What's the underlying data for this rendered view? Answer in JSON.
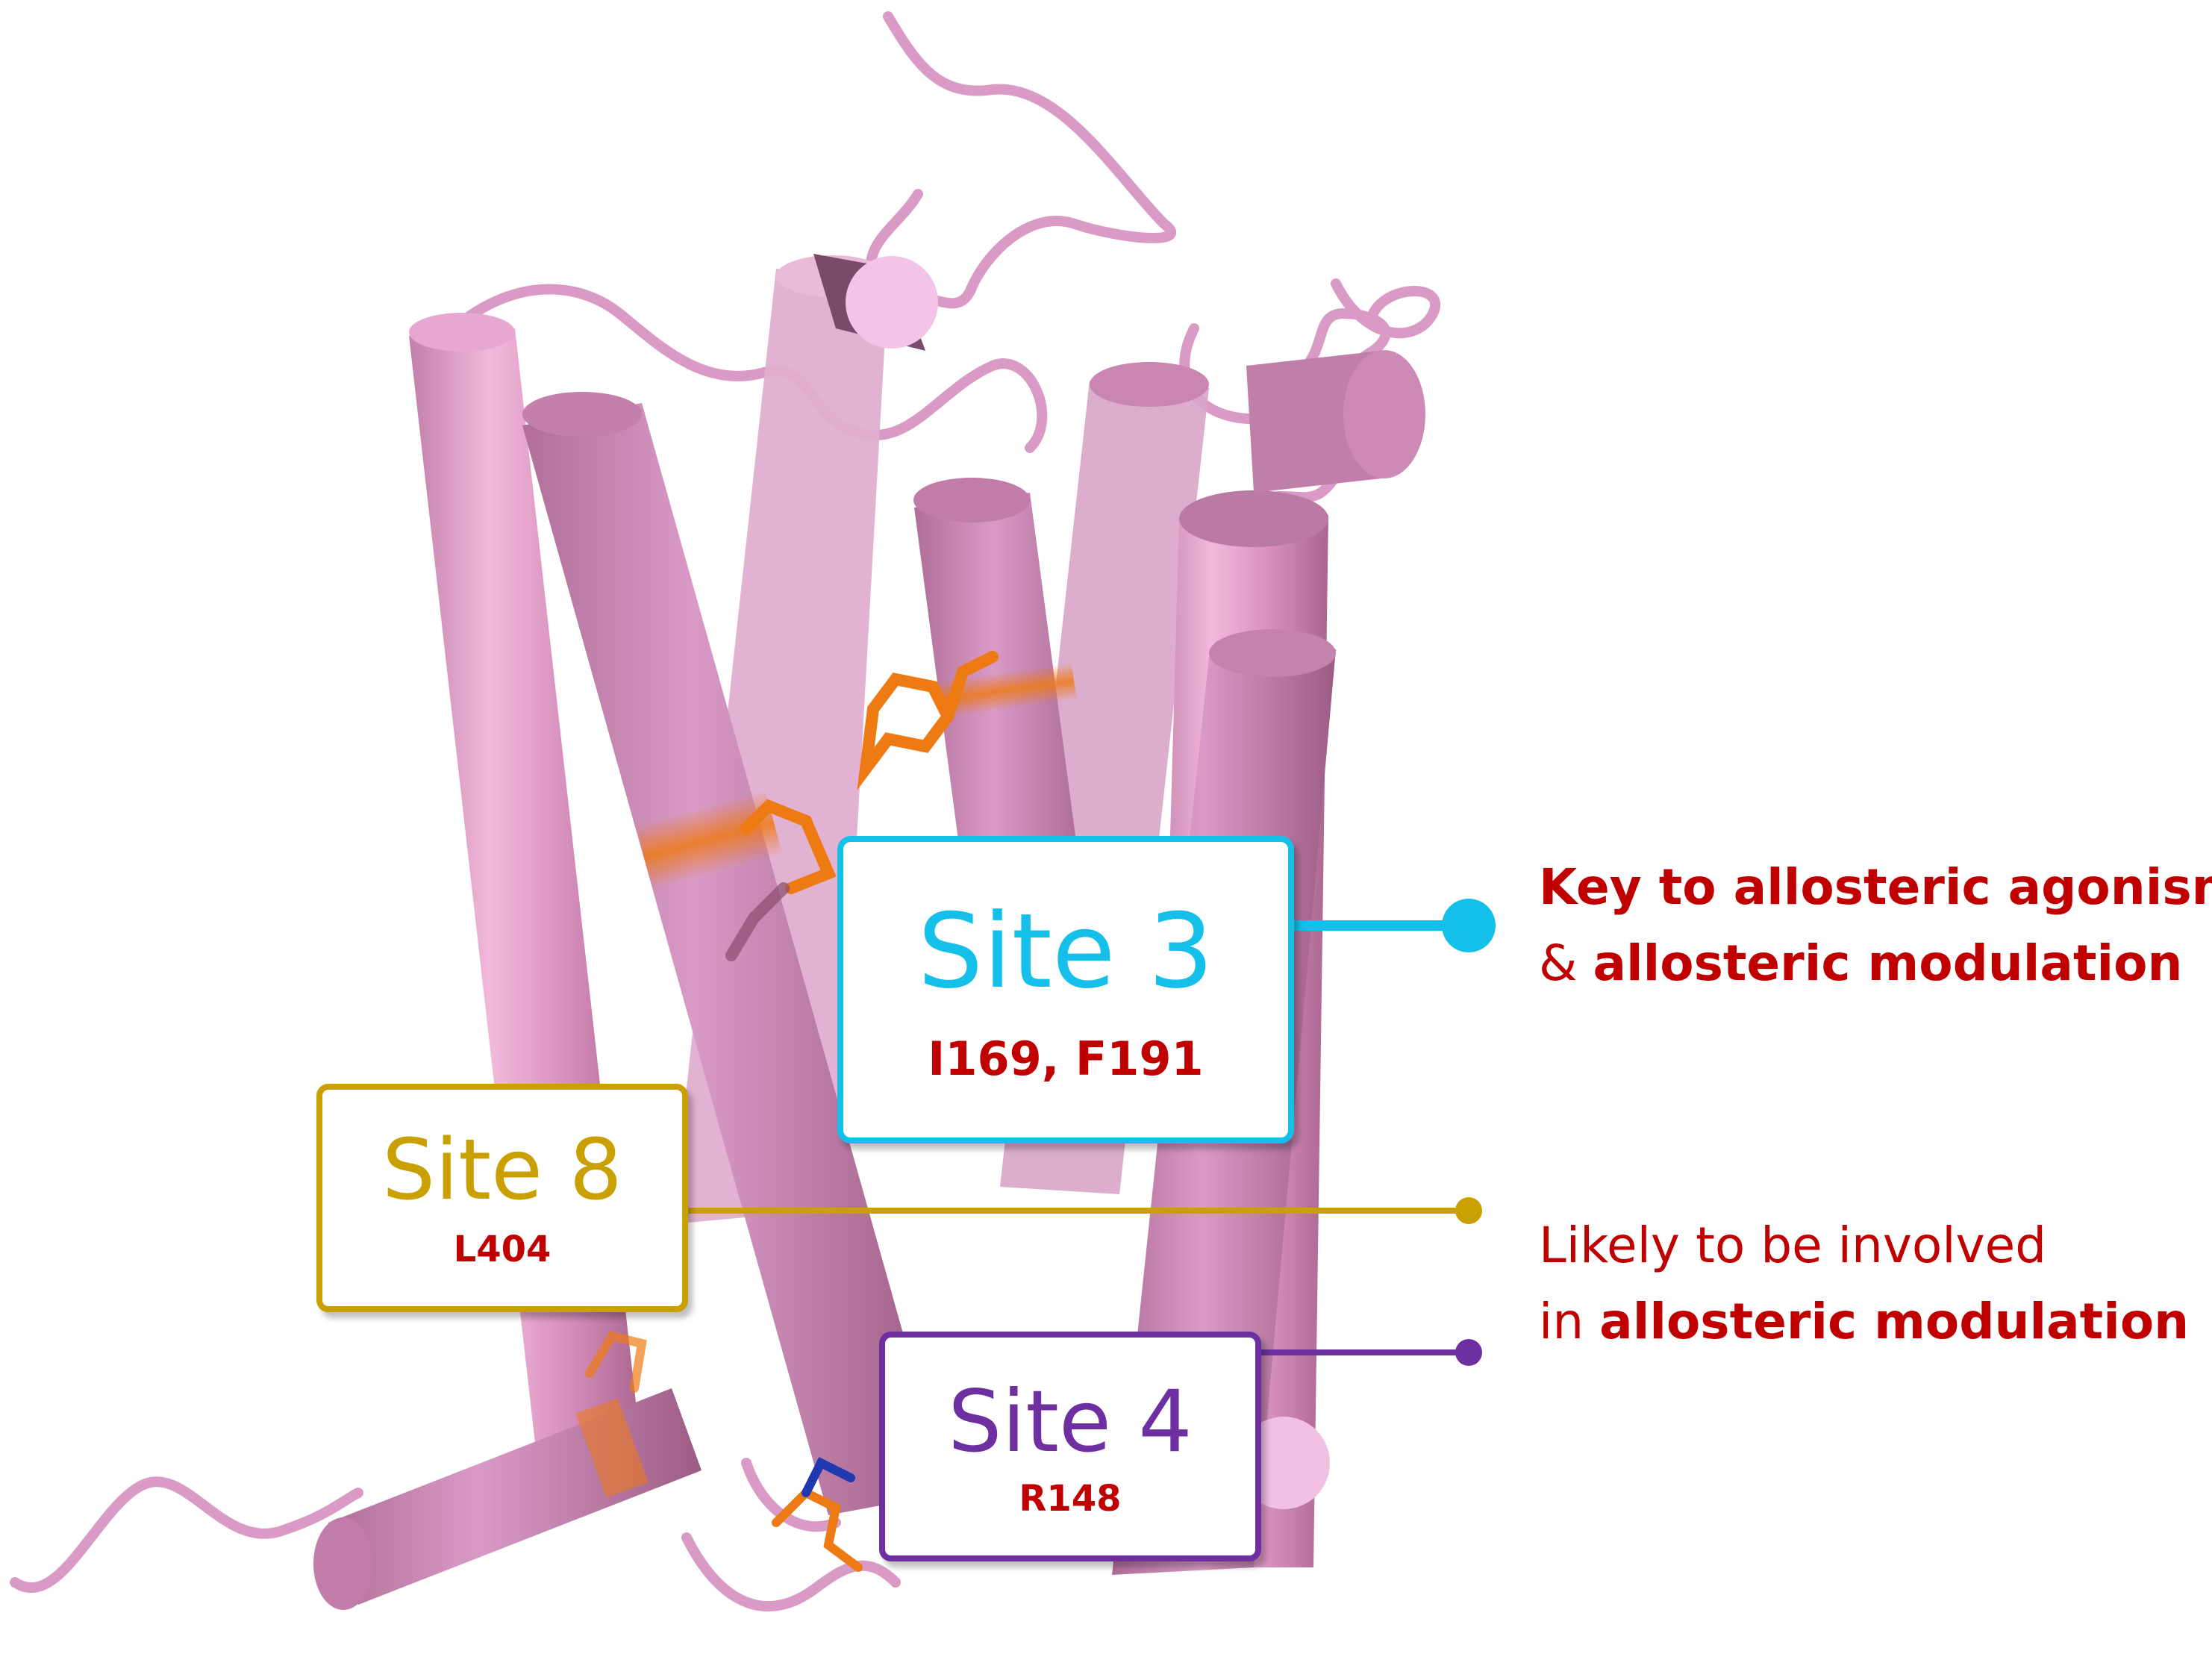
{
  "colors": {
    "helix": "#d99bc6",
    "helix_shade": "#b9789f",
    "mutation_highlight": "#ee7a14",
    "site3": "#14c0ea",
    "site8": "#c9a000",
    "site4": "#6e30a0",
    "residue_text": "#c00000",
    "annotation_text": "#c00000"
  },
  "sites": {
    "site3": {
      "title": "Site 3",
      "residues": "I169, F191"
    },
    "site8": {
      "title": "Site 8",
      "residues": "L404"
    },
    "site4": {
      "title": "Site 4",
      "residues": "R148"
    }
  },
  "annotations": {
    "agonism": {
      "line1_bold": "Key to allosteric agonism",
      "line2_prefix": "& ",
      "line2_bold": "allosteric modulation"
    },
    "modulation": {
      "line1": "Likely to be involved",
      "line2_prefix": "in ",
      "line2_bold": "allosteric modulation"
    }
  }
}
